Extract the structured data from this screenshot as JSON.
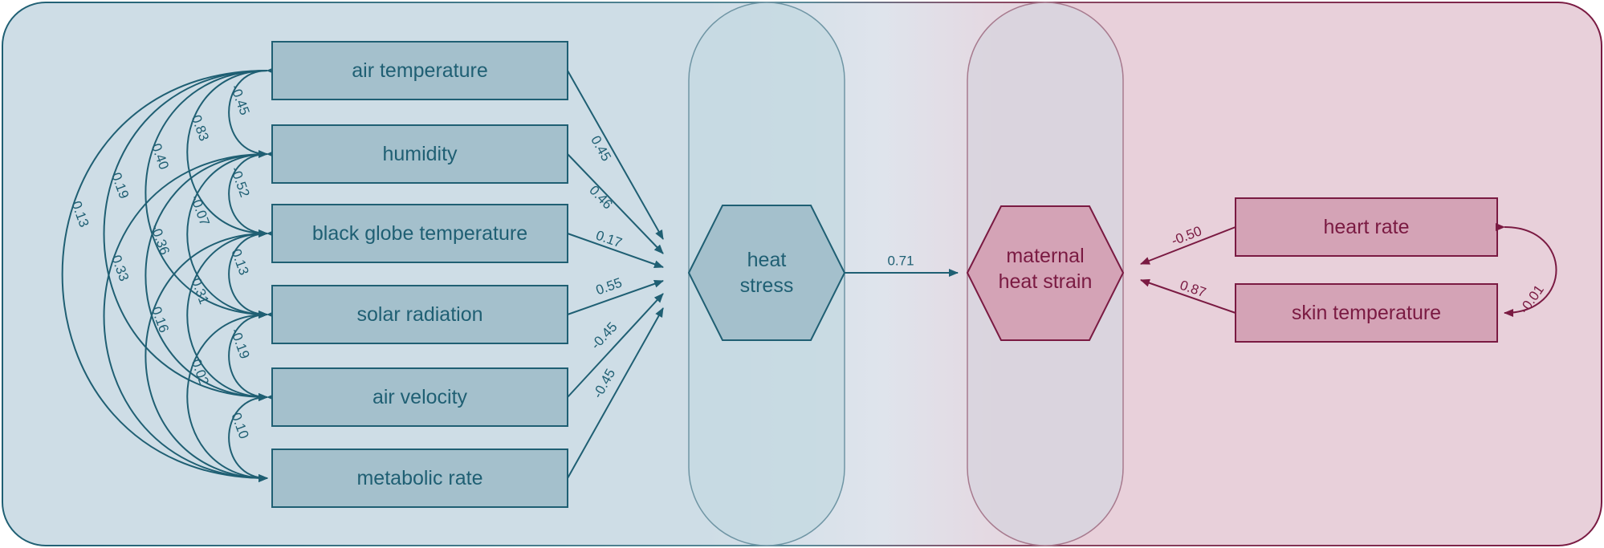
{
  "colors": {
    "teal": "#1f5f73",
    "teal_fill": "#a4c0cc",
    "teal_bg": "#cedde6",
    "crimson": "#7a1a42",
    "crimson_fill": "#d4a3b6",
    "crimson_bg": "#e8d0da"
  },
  "exogenous": [
    {
      "id": "air-temperature",
      "label": "air temperature"
    },
    {
      "id": "humidity",
      "label": "humidity"
    },
    {
      "id": "black-globe-temperature",
      "label": "black globe temperature"
    },
    {
      "id": "solar-radiation",
      "label": "solar radiation"
    },
    {
      "id": "air-velocity",
      "label": "air velocity"
    },
    {
      "id": "metabolic-rate",
      "label": "metabolic rate"
    }
  ],
  "latent": {
    "heat_stress": {
      "line1": "heat",
      "line2": "stress"
    },
    "maternal_heat_strain": {
      "line1": "maternal",
      "line2": "heat strain"
    }
  },
  "indicators": [
    {
      "id": "heart-rate",
      "label": "heart rate"
    },
    {
      "id": "skin-temperature",
      "label": "skin temperature"
    }
  ],
  "paths_to_heat_stress": [
    "0.45",
    "0.46",
    "0.17",
    "0.55",
    "-0.45",
    "-0.45"
  ],
  "structural_path": "0.71",
  "loadings": [
    "-0.50",
    "0.87"
  ],
  "indicator_covariance": "-0.01",
  "covariances": [
    {
      "from": 0,
      "to": 1,
      "value": "-0.45"
    },
    {
      "from": 0,
      "to": 2,
      "value": "0.83"
    },
    {
      "from": 0,
      "to": 3,
      "value": "0.40"
    },
    {
      "from": 0,
      "to": 4,
      "value": "0.19"
    },
    {
      "from": 0,
      "to": 5,
      "value": "0.13"
    },
    {
      "from": 1,
      "to": 2,
      "value": "-0.52"
    },
    {
      "from": 1,
      "to": 3,
      "value": "-0.07"
    },
    {
      "from": 1,
      "to": 4,
      "value": "-0.36"
    },
    {
      "from": 1,
      "to": 5,
      "value": "0.33"
    },
    {
      "from": 2,
      "to": 3,
      "value": "0.13"
    },
    {
      "from": 2,
      "to": 4,
      "value": "0.31"
    },
    {
      "from": 2,
      "to": 5,
      "value": "0.16"
    },
    {
      "from": 3,
      "to": 4,
      "value": "-0.19"
    },
    {
      "from": 3,
      "to": 5,
      "value": "0.02"
    },
    {
      "from": 4,
      "to": 5,
      "value": "0.10"
    }
  ]
}
